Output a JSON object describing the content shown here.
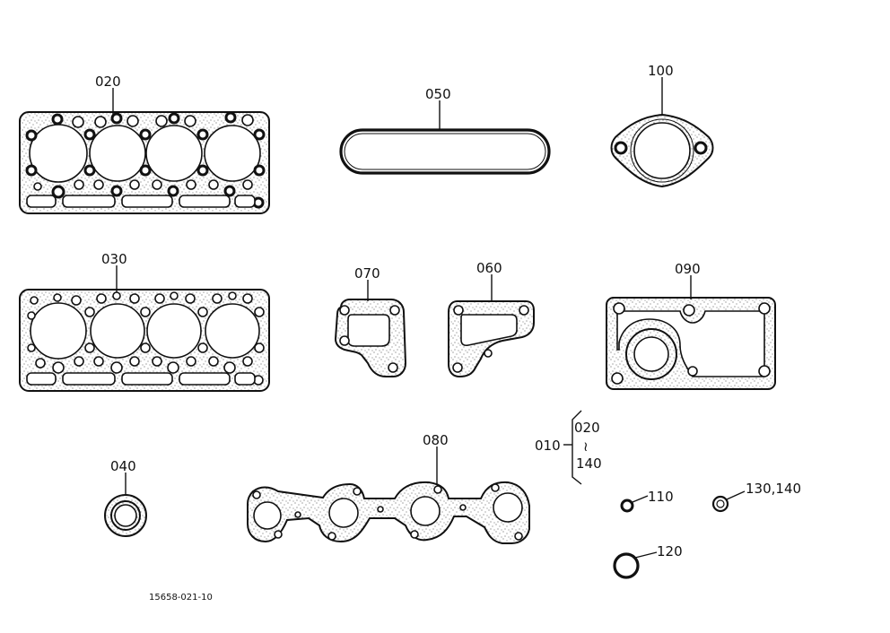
{
  "parts": {
    "p020": "020",
    "p050": "050",
    "p100": "100",
    "p030": "030",
    "p070": "070",
    "p060": "060",
    "p090": "090",
    "p040": "040",
    "p080": "080",
    "p110": "110",
    "p120": "120",
    "p130_140": "130,140"
  },
  "kit": {
    "main": "010",
    "from": "020",
    "sep": "≀",
    "to": "140"
  },
  "drawing_code": "15658-021-10"
}
